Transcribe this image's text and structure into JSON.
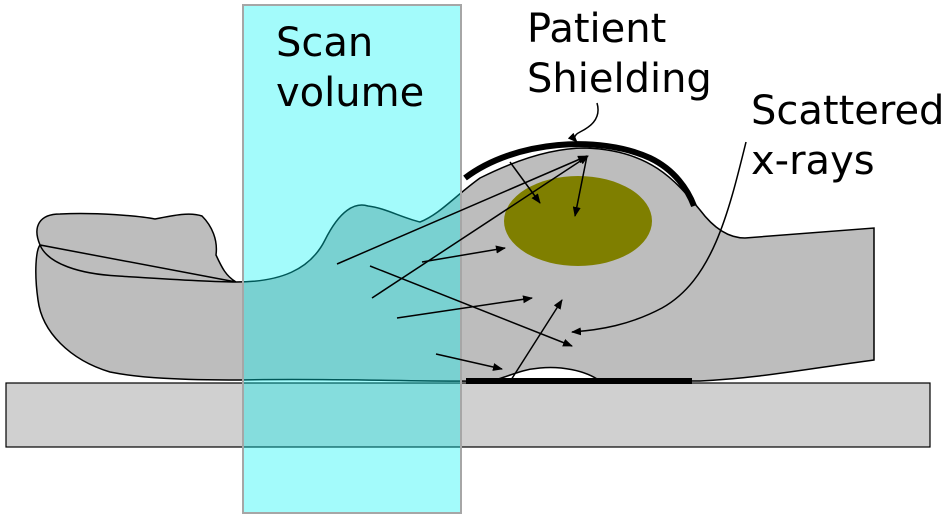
{
  "labels": {
    "scan_volume": [
      "Scan",
      "volume"
    ],
    "patient_shielding": [
      "Patient",
      "Shielding"
    ],
    "scattered_xrays": [
      "Scattered",
      "x-rays"
    ]
  },
  "colors": {
    "scan_volume_fill": "#00F5F5",
    "scan_volume_stroke": "#A6A6A6",
    "body_fill": "#BDBDBD",
    "table_fill": "#D0D0D0",
    "organ_fill": "#7F7F00",
    "shield": "#000000"
  }
}
